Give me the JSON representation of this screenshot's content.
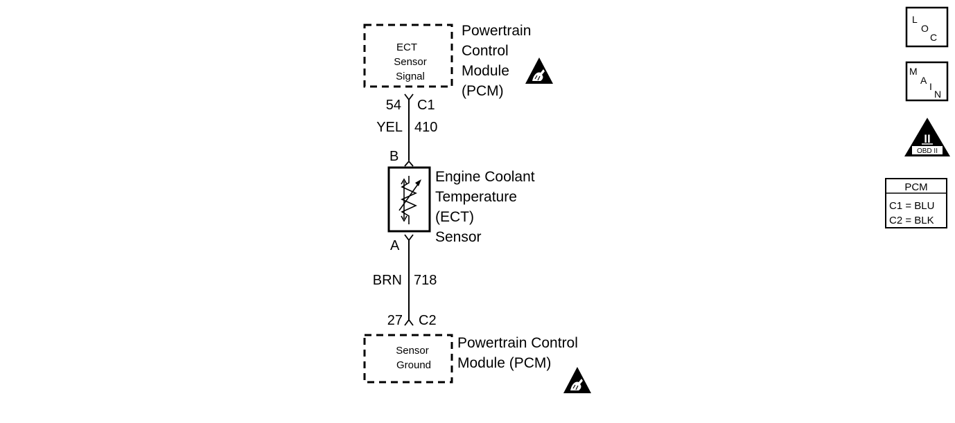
{
  "pcm_top": {
    "box_lines": [
      "ECT",
      "Sensor",
      "Signal"
    ],
    "title_lines": [
      "Powertrain",
      "Control",
      "Module",
      "(PCM)"
    ]
  },
  "pcm_bottom": {
    "box_lines": [
      "Sensor",
      "Ground"
    ],
    "title_lines": [
      "Powertrain Control",
      "Module (PCM)"
    ]
  },
  "sensor": {
    "title_lines": [
      "Engine Coolant",
      "Temperature",
      "(ECT)",
      "Sensor"
    ],
    "pin_top": "B",
    "pin_bottom": "A"
  },
  "top_connector": {
    "pin": "54",
    "connector": "C1"
  },
  "top_wire": {
    "color": "YEL",
    "circuit": "410"
  },
  "bottom_wire": {
    "color": "BRN",
    "circuit": "718"
  },
  "bottom_connector": {
    "pin": "27",
    "connector": "C2"
  },
  "nav": {
    "loc_letters": [
      "L",
      "O",
      "C"
    ],
    "main_letters": [
      "M",
      "A",
      "I",
      "N"
    ],
    "obd_numeral": "II",
    "obd_label": "OBD II"
  },
  "legend": {
    "title": "PCM",
    "rows": [
      "C1 = BLU",
      "C2 = BLK"
    ]
  }
}
